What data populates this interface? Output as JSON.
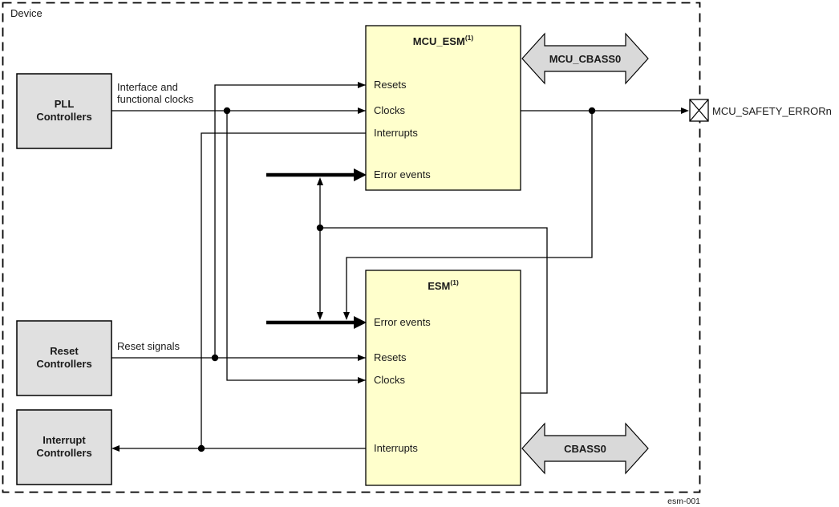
{
  "diagram": {
    "device_label": "Device",
    "figure_id": "esm-001"
  },
  "blocks": {
    "pll": {
      "label": "PLL\nControllers"
    },
    "reset": {
      "label": "Reset\nControllers"
    },
    "interrupt": {
      "label": "Interrupt\nControllers"
    },
    "mcu_esm": {
      "title": "MCU_ESM",
      "title_sup": "(1)",
      "ports": [
        {
          "label": "Resets"
        },
        {
          "label": "Clocks"
        },
        {
          "label": "Interrupts"
        },
        {
          "label": "Error events"
        }
      ]
    },
    "esm": {
      "title": "ESM",
      "title_sup": "(1)",
      "ports": [
        {
          "label": "Error events"
        },
        {
          "label": "Resets"
        },
        {
          "label": "Clocks"
        },
        {
          "label": "Interrupts"
        }
      ]
    }
  },
  "buses": {
    "mcu_cbass0": "MCU_CBASS0",
    "cbass0": "CBASS0"
  },
  "labels": {
    "interface_clocks": "Interface and\nfunctional clocks",
    "reset_signals": "Reset signals",
    "mcu_safety_error": "MCU_SAFETY_ERRORn"
  },
  "colors": {
    "block_yellow": "#FFFFCC",
    "block_gray": "#E0E0E0",
    "bus_gray": "#D9D9D9",
    "line_black": "#000000"
  }
}
